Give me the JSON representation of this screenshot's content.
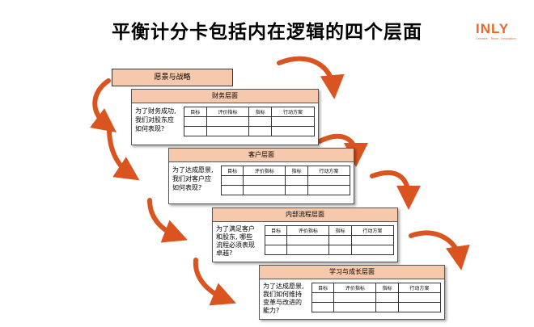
{
  "title": "平衡计分卡包括内在逻辑的四个层面",
  "logo": {
    "text": "INLY",
    "subtext": "Creative . Team . Innovation"
  },
  "vision": "愿景与战略",
  "table_headers": [
    "目标",
    "评价指标",
    "指标",
    "行动方案"
  ],
  "panels": [
    {
      "title": "财务层面",
      "question": [
        "为了财务成功,",
        "我们对股东应",
        "如何表现?"
      ]
    },
    {
      "title": "客户层面",
      "question": [
        "为了达成愿景,",
        "我们对客户应",
        "如何表现?"
      ]
    },
    {
      "title": "内部流程层面",
      "question": [
        "为了满足客户",
        "和股东, 哪些",
        "流程必须表现",
        "卓越?"
      ]
    },
    {
      "title": "学习与成长层面",
      "question": [
        "为了达成愿景,",
        "我们如何维持",
        "变革与改进的",
        "能力?"
      ]
    }
  ],
  "colors": {
    "accent": "#d9541e",
    "header_fill": "#f6c8ac",
    "logo": "#e8682a"
  }
}
